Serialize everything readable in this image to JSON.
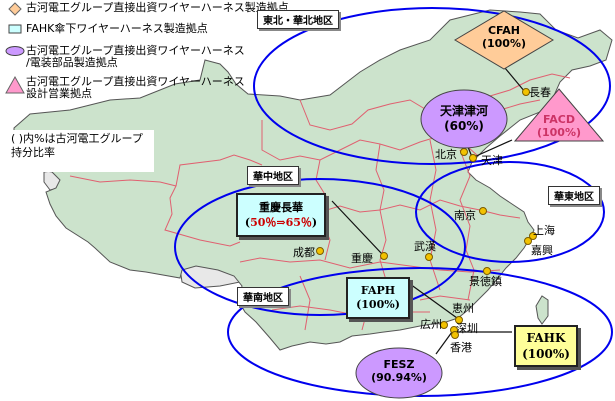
{
  "legend": {
    "items": [
      {
        "icon": "diamond-icon",
        "color": "#ffcc99",
        "text": "古河電工グループ直接出資ワイヤーハーネス製造拠点"
      },
      {
        "icon": "rectangle-icon",
        "color": "#ccffff",
        "text": "FAHK傘下ワイヤーハーネス製造拠点"
      },
      {
        "icon": "ellipse-icon",
        "color": "#cc99ff",
        "text": "古河電工グループ直接出資ワイヤーハーネス\n/電装部品製造拠点"
      },
      {
        "icon": "triangle-icon",
        "color": "#ff99cc",
        "text": "古河電工グループ直接出資ワイヤーハーネス\n設計営業拠点"
      }
    ],
    "note": "( )内%は古河電工グループ\n持分比率"
  },
  "regions": [
    {
      "name": "東北・華北地区"
    },
    {
      "name": "華中地区"
    },
    {
      "name": "華東地区"
    },
    {
      "name": "華南地区"
    }
  ],
  "bases": [
    {
      "id": "cfah",
      "name": "CFAH",
      "share": "(100%)",
      "shape": "diamond",
      "color": "#ffcc99"
    },
    {
      "id": "tianjin",
      "name": "天津津河",
      "share": "(60%)",
      "shape": "ellipse",
      "color": "#cc99ff"
    },
    {
      "id": "facd",
      "name": "FACD",
      "share": "(100%)",
      "shape": "triangle",
      "color": "#ff99cc",
      "text_color": "#cc3366"
    },
    {
      "id": "chongqing",
      "name": "重慶長華",
      "share": "(50％⇒65％)",
      "share_open": "(",
      "share_body": "50％⇒65％",
      "share_close": ")",
      "shape": "rectangle",
      "color": "#ccffff",
      "share_color": "#cc0000"
    },
    {
      "id": "faph",
      "name": "FAPH",
      "share": "(100%)",
      "shape": "rectangle",
      "color": "#ccffff"
    },
    {
      "id": "fahk",
      "name": "FAHK",
      "share": "(100%)",
      "shape": "rectangle",
      "color": "#ffff99"
    },
    {
      "id": "fesz",
      "name": "FESZ",
      "share": "(90.94%)",
      "shape": "ellipse",
      "color": "#cc99ff"
    }
  ],
  "cities": [
    {
      "name": "長春"
    },
    {
      "name": "北京"
    },
    {
      "name": "天津"
    },
    {
      "name": "南京"
    },
    {
      "name": "上海"
    },
    {
      "name": "嘉興"
    },
    {
      "name": "武漢"
    },
    {
      "name": "成都"
    },
    {
      "name": "重慶"
    },
    {
      "name": "景徳鎮"
    },
    {
      "name": "恵州"
    },
    {
      "name": "広州"
    },
    {
      "name": "深圳"
    },
    {
      "name": "香港"
    }
  ],
  "colors": {
    "land": "#cce3cc",
    "land_border": "#555555",
    "province_border": "#e06070",
    "region_ellipse": "#0000ee",
    "foreign_land": "#e8e8e8",
    "city_dot": "#f2c200"
  }
}
